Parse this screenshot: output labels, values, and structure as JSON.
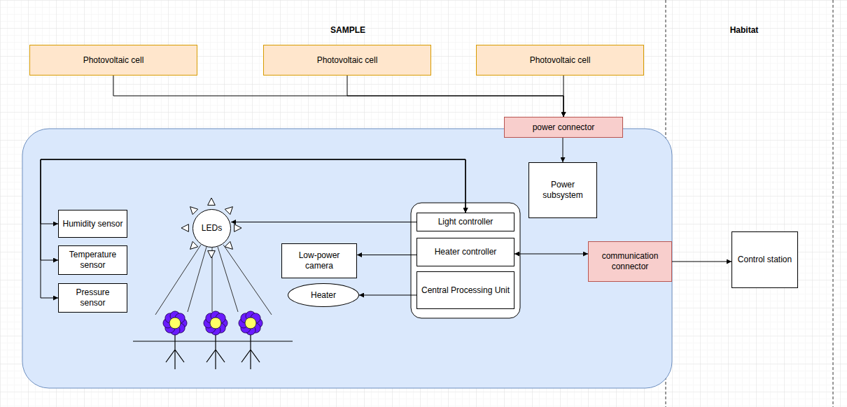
{
  "diagram": {
    "nodes": [
      {
        "text": [
          "Photovoltaic cell"
        ]
      },
      {
        "text": [
          "Photovoltaic cell"
        ]
      },
      {
        "text": [
          "Photovoltaic cell"
        ]
      },
      {
        "text": [
          "power connector"
        ]
      },
      {
        "text": [
          "Power subsystem"
        ]
      },
      {
        "text": [
          "Humidity sensor"
        ]
      },
      {
        "text": [
          "Temperature sensor"
        ]
      },
      {
        "text": [
          "Pressure sensor"
        ]
      },
      {
        "text": [
          "LEDs"
        ]
      },
      {
        "text": [
          "Light controller"
        ]
      },
      {
        "text": [
          "Heater controller"
        ]
      },
      {
        "text": [
          "Central Processing Unit"
        ]
      },
      {
        "text": [
          "Low-power camera"
        ]
      },
      {
        "text": [
          "Heater"
        ]
      },
      {
        "text": [
          "communication connector"
        ]
      },
      {
        "text": [
          "Control station"
        ]
      }
    ],
    "edges": [
      {
        "from": 0,
        "to": 3,
        "arrow": "to"
      },
      {
        "from": 1,
        "to": 3,
        "arrow": "to"
      },
      {
        "from": 2,
        "to": 3,
        "arrow": "to"
      },
      {
        "from": 3,
        "to": 4,
        "arrow": "to"
      },
      {
        "from": 9,
        "to": 8,
        "arrow": "to"
      },
      {
        "from": 10,
        "to": 12,
        "arrow": "to"
      },
      {
        "from": 11,
        "to": 13,
        "arrow": "to"
      },
      {
        "from": 10,
        "to": 14,
        "arrow": "both"
      },
      {
        "from": 14,
        "to": 15,
        "arrow": "to"
      },
      {
        "from": 9,
        "to": 5,
        "arrow": "both"
      },
      {
        "from": 9,
        "to": 6,
        "arrow": "both"
      },
      {
        "from": 9,
        "to": 7,
        "arrow": "both"
      }
    ],
    "labels": [
      "SAMPLE",
      "Habitat"
    ]
  }
}
